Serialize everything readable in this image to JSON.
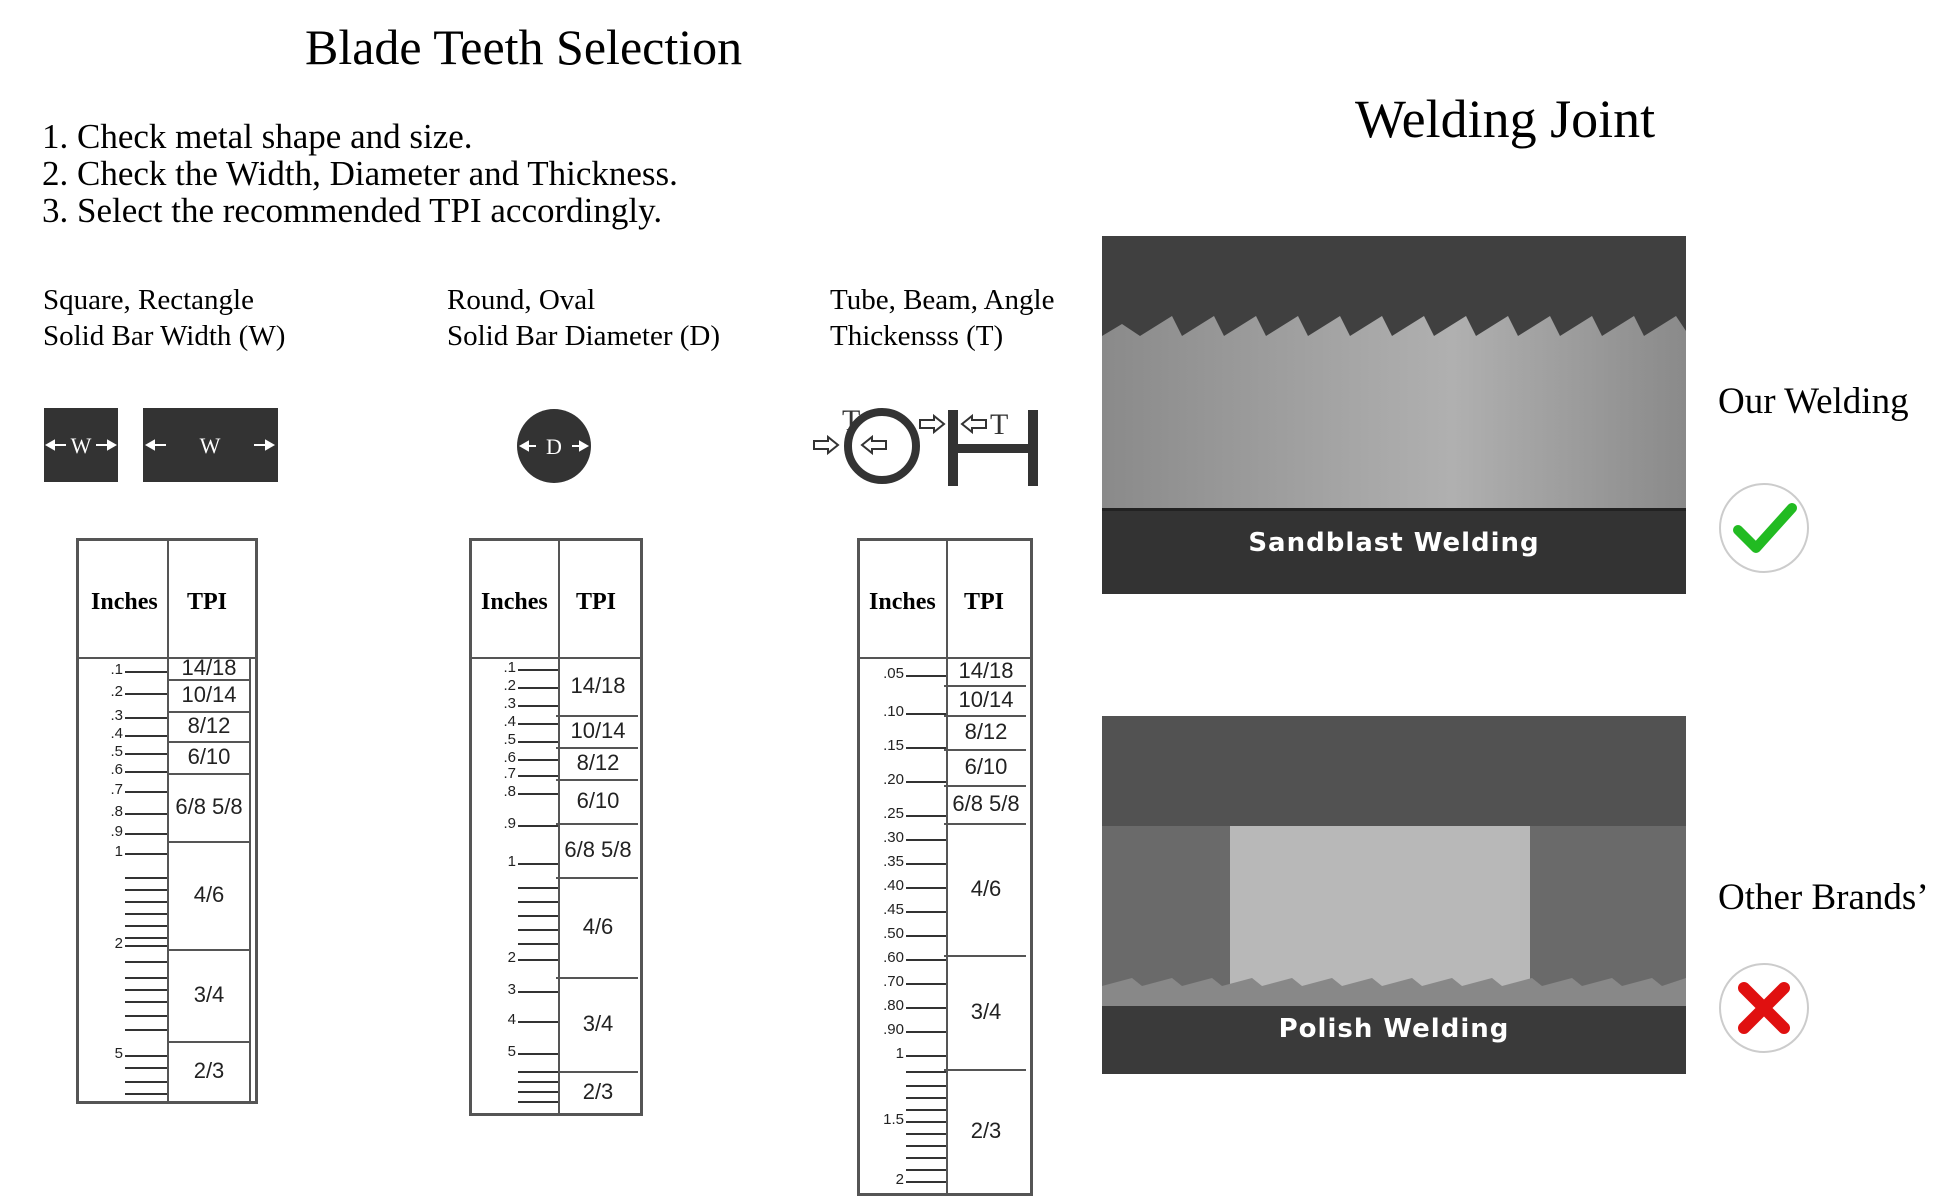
{
  "header": {
    "title": "Blade Teeth Selection",
    "steps": [
      "1. Check metal shape and size.",
      "2. Check the Width, Diameter and Thickness.",
      "3. Select the recommended TPI accordingly."
    ]
  },
  "categories": [
    {
      "line1": "Square, Rectangle",
      "line2": "Solid Bar Width (W)",
      "symbol": "W"
    },
    {
      "line1": "Round, Oval",
      "line2": "Solid Bar Diameter (D)",
      "symbol": "D"
    },
    {
      "line1": "Tube, Beam, Angle",
      "line2": "Thickensss (T)",
      "symbol": "T"
    }
  ],
  "table_headers": {
    "inches": "Inches",
    "tpi": "TPI"
  },
  "tables": [
    {
      "tpi": [
        "14/18",
        "10/14",
        "8/12",
        "6/10",
        "6/8  5/8",
        "4/6",
        "3/4",
        "2/3"
      ],
      "inch_labels": [
        ".1",
        ".2",
        ".3",
        ".4",
        ".5",
        ".6",
        ".7",
        ".8",
        ".9",
        "1",
        "2",
        "5"
      ]
    },
    {
      "tpi": [
        "14/18",
        "10/14",
        "8/12",
        "6/10",
        "6/8  5/8",
        "4/6",
        "3/4",
        "2/3"
      ],
      "inch_labels": [
        ".1",
        ".2",
        ".3",
        ".4",
        ".5",
        ".6",
        ".7",
        ".8",
        ".9",
        "1",
        "2",
        "3",
        "4",
        "5"
      ]
    },
    {
      "tpi": [
        "14/18",
        "10/14",
        "8/12",
        "6/10",
        "6/8  5/8",
        "4/6",
        "3/4",
        "2/3"
      ],
      "inch_labels": [
        ".05",
        ".10",
        ".15",
        ".20",
        ".25",
        ".30",
        ".35",
        ".40",
        ".45",
        ".50",
        ".60",
        ".70",
        ".80",
        ".90",
        "1",
        "1.5",
        "2"
      ]
    }
  ],
  "welding": {
    "title": "Welding Joint",
    "ours": {
      "label": "Our Welding",
      "caption": "Sandblast Welding",
      "icon": "check-icon",
      "color": "#22bb22"
    },
    "others": {
      "label": "Other Brands’",
      "caption": "Polish Welding",
      "icon": "cross-icon",
      "color": "#e01010"
    }
  }
}
